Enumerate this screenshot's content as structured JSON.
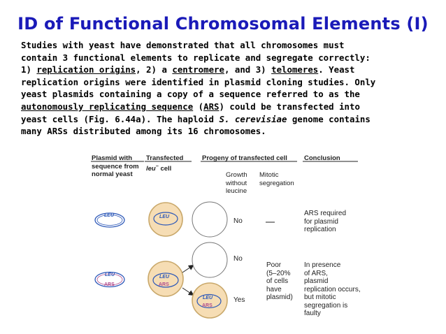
{
  "slide": {
    "title": "ID of Functional Chromosomal Elements (I)",
    "paragraph": {
      "l1": "Studies with yeast have demonstrated that all chromosomes must",
      "l2": "contain 3 functional elements to replicate and segregate correctly:",
      "l3_a": "1) ",
      "l3_b": "replication origins",
      "l3_c": ", 2) a ",
      "l3_d": "centromere",
      "l3_e": ", and 3) ",
      "l3_f": "telomeres",
      "l3_g": ". Yeast",
      "l4": "replication origins were identified in plasmid cloning studies. Only",
      "l5": "yeast plasmids containing a copy of a sequence referred to as the",
      "l6_a": "autonomously replicating sequence",
      "l6_b": " (",
      "l6_c": "ARS",
      "l6_d": ") could be transfected into",
      "l7_a": "yeast cells (Fig. 6.44a). The haploid ",
      "l7_b": "S. cerevisiae",
      "l7_c": " genome contains",
      "l8": "many ARSs distributed among its 16 chromosomes."
    }
  },
  "figure": {
    "headers": {
      "plasmid_1": "Plasmid with",
      "plasmid_2": "sequence from",
      "plasmid_3": "normal yeast",
      "transfected_1": "Transfected",
      "transfected_2_a": "leu",
      "transfected_2_b": "−",
      "transfected_2_c": " cell",
      "progeny": "Progeny of transfected cell",
      "conclusion": "Conclusion",
      "growth_1": "Growth",
      "growth_2": "without",
      "growth_3": "leucine",
      "mitotic_1": "Mitotic",
      "mitotic_2": "segregation"
    },
    "labels": {
      "leu": "LEU",
      "ars": "ARS"
    },
    "row1": {
      "growth": "No",
      "segregation": "—",
      "conclusion_1": "ARS required",
      "conclusion_2": "for plasmid",
      "conclusion_3": "replication"
    },
    "row2": {
      "growth_top": "No",
      "growth_bottom": "Yes",
      "segregation_1": "Poor",
      "segregation_2": "(5–20%",
      "segregation_3": "of cells",
      "segregation_4": "have",
      "segregation_5": "plasmid)",
      "conclusion_1": "In presence",
      "conclusion_2": "of ARS,",
      "conclusion_3": "plasmid",
      "conclusion_4": "replication occurs,",
      "conclusion_5": "but mitotic",
      "conclusion_6": "segregation is",
      "conclusion_7": "faulty"
    },
    "colors": {
      "title": "#1a1ab8",
      "cell_fill": "#f6ddb4",
      "cell_stroke": "#c9a86a",
      "plasmid_leu": "#2b57b8",
      "plasmid_ars": "#b04b8c"
    }
  }
}
